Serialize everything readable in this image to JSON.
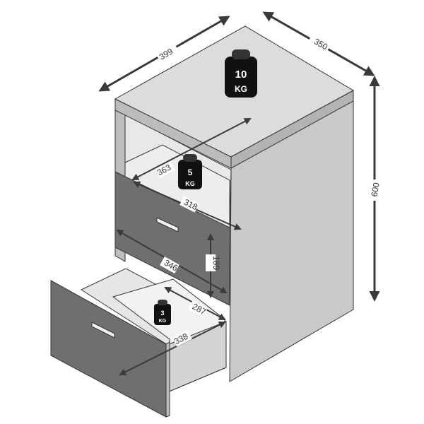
{
  "dimensions": {
    "width": "399",
    "depth": "350",
    "height": "600",
    "shelf_depth": "363",
    "shelf_width": "318",
    "drawer_width": "346",
    "drawer_height": "189",
    "drawer_inner_depth": "287",
    "drawer_inner_width": "338"
  },
  "loads": {
    "top": {
      "value": "10",
      "unit": "KG"
    },
    "shelf": {
      "value": "5",
      "unit": "KG"
    },
    "drawer": {
      "value": "3",
      "unit": "KG"
    }
  },
  "colors": {
    "panel_top": "#dcdcdc",
    "panel_side": "#c9c9c9",
    "drawer_front": "#6f6f6f",
    "arrow": "#3a3a3a",
    "weight": "#111111"
  }
}
